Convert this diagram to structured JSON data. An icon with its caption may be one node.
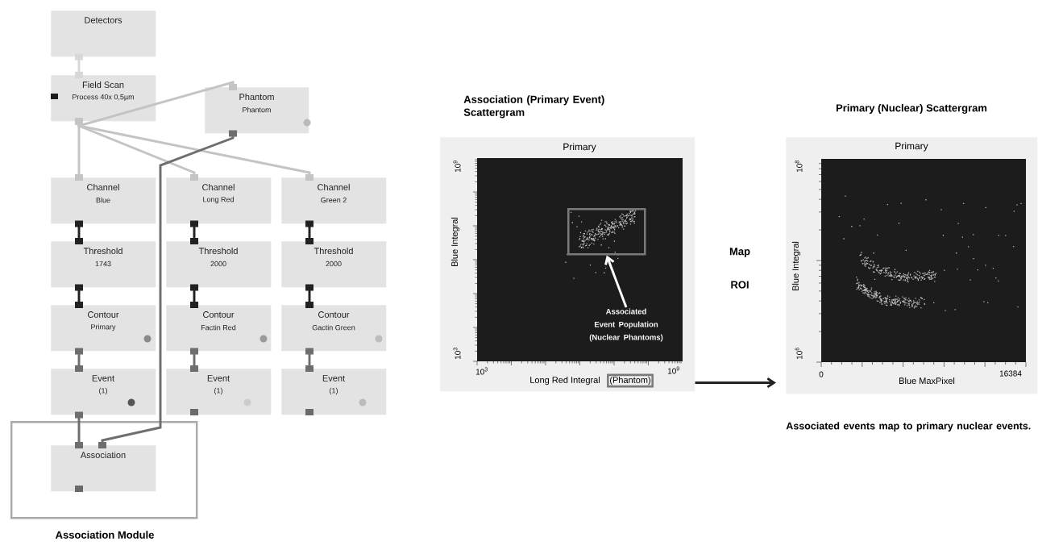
{
  "diagram": {
    "nodes": [
      {
        "text": [
          "Detectors"
        ]
      },
      {
        "text": [
          "Field Scan",
          "Process 40x 0,5µm"
        ]
      },
      {
        "text": [
          "Phantom",
          "Phantom"
        ]
      },
      {
        "text": [
          "Channel",
          "Blue"
        ]
      },
      {
        "text": [
          "Channel",
          "Long Red"
        ]
      },
      {
        "text": [
          "Channel",
          "Green 2"
        ]
      },
      {
        "text": [
          "Threshold",
          "1743"
        ]
      },
      {
        "text": [
          "Threshold",
          "2000"
        ]
      },
      {
        "text": [
          "Threshold",
          "2000"
        ]
      },
      {
        "text": [
          "Contour",
          "Primary"
        ]
      },
      {
        "text": [
          "Contour",
          "Factin Red"
        ]
      },
      {
        "text": [
          "Contour",
          "Gactin Green"
        ]
      },
      {
        "text": [
          "Event",
          "(1)"
        ]
      },
      {
        "text": [
          "Event",
          "(1)"
        ]
      },
      {
        "text": [
          "Event",
          "(1)"
        ]
      },
      {
        "text": [
          "Association Module"
        ]
      },
      {
        "text": [
          "Association"
        ],
        "in": 15
      },
      {
        "text": [
          "Association (Primary Event) Scattergram",
          "Primary",
          "Blue Integral",
          "Long Red Integral",
          "10$^{9}$",
          "10$^{3}$",
          "10$^{3}$",
          "10$^{9}$"
        ]
      },
      {
        "text": [],
        "shape": "box",
        "in": 17
      },
      {
        "text": [
          "Associated Event Population (Nuclear Phantoms)"
        ],
        "in": 17
      },
      {
        "text": [
          "(Phantom)"
        ],
        "in": 17
      },
      {
        "text": [
          "Primary (Nuclear) Scattergram",
          "Primary",
          "Blue Integral",
          "Blue MaxPixel",
          "10$^{8}$",
          "10$^{6}$",
          "0",
          "16384"
        ],
        "beside": [
          "Associated events map to primary nuclear events."
        ]
      }
    ],
    "edges": [
      {
        "from": 0,
        "to": 1,
        "arrow": "other",
        "color": "#d8d8d8"
      },
      {
        "from": 1,
        "to": 2,
        "arrow": "other",
        "color": "#c4c4c4"
      },
      {
        "from": 1,
        "to": 3,
        "arrow": "other",
        "color": "#c4c4c4"
      },
      {
        "from": 1,
        "to": 4,
        "arrow": "other",
        "color": "#c4c4c4"
      },
      {
        "from": 1,
        "to": 5,
        "arrow": "other",
        "color": "#c4c4c4"
      },
      {
        "from": 3,
        "to": 6,
        "arrow": "other"
      },
      {
        "from": 4,
        "to": 7,
        "arrow": "other"
      },
      {
        "from": 5,
        "to": 8,
        "arrow": "other"
      },
      {
        "from": 6,
        "to": 9,
        "arrow": "other"
      },
      {
        "from": 7,
        "to": 10,
        "arrow": "other"
      },
      {
        "from": 8,
        "to": 11,
        "arrow": "other"
      },
      {
        "from": 9,
        "to": 12,
        "arrow": "other",
        "color": "#6e6e6e"
      },
      {
        "from": 10,
        "to": 13,
        "arrow": "other",
        "color": "#6e6e6e"
      },
      {
        "from": 11,
        "to": 14,
        "arrow": "other",
        "color": "#6e6e6e"
      },
      {
        "from": 12,
        "to": 16,
        "arrow": "other",
        "color": "#6e6e6e"
      },
      {
        "from": 2,
        "to": 16,
        "arrow": "other",
        "color": "#6e6e6e"
      },
      {
        "from": 19,
        "to": 18,
        "arrow": "to",
        "color": "#ffffff"
      },
      {
        "from": 17,
        "to": 21,
        "arrow": "to"
      }
    ],
    "labels": [
      "Map",
      "ROI"
    ]
  }
}
